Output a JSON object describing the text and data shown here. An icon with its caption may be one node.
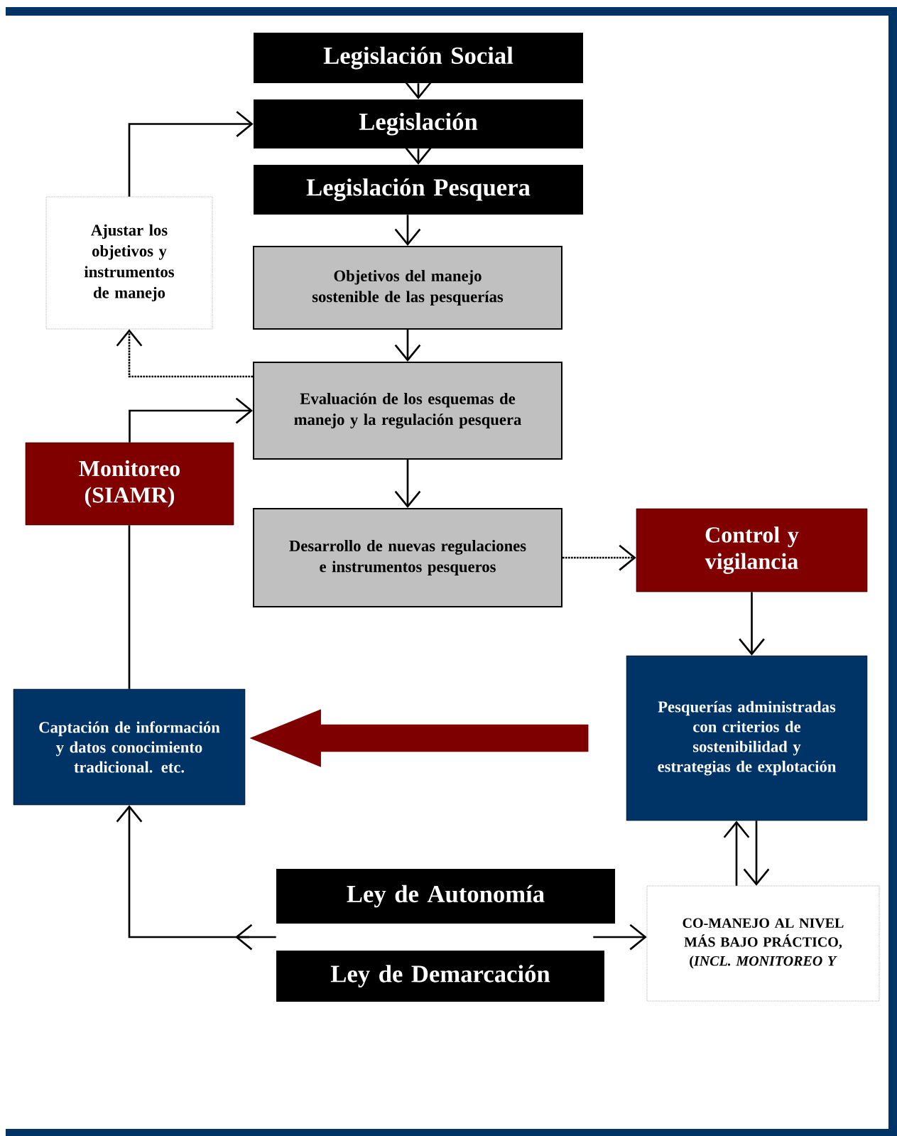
{
  "diagram": {
    "nodes": [
      {
        "text": [
          "Legislación Social"
        ]
      },
      {
        "text": [
          "Legislación"
        ]
      },
      {
        "text": [
          "Legislación Pesquera"
        ]
      },
      {
        "text": [
          "Objetivos del manejo sostenible de las pesquerías"
        ]
      },
      {
        "text": [
          "Evaluación de los esquemas de manejo y la regulación pesquera"
        ]
      },
      {
        "text": [
          "Desarrollo de nuevas regulaciones e instrumentos pesqueros"
        ]
      },
      {
        "text": [
          "Ajustar los objetivos y instrumentos de manejo"
        ]
      },
      {
        "text": [
          "Monitoreo (SIAMR)"
        ]
      },
      {
        "text": [
          "Control y vigilancia"
        ]
      },
      {
        "text": [
          "Pesquerías administradas con criterios de sostenibilidad y estrategias de explotación"
        ]
      },
      {
        "text": [
          "Captación de información y datos conocimiento tradicional. etc."
        ]
      },
      {
        "text": [
          "CO-MANEJO AL NIVEL MÁS BAJO PRÁCTICO, (*INCL. MONITOREO Y*"
        ]
      },
      {
        "text": [
          "Ley de Autonomía"
        ]
      },
      {
        "text": [
          "Ley de Demarcación"
        ]
      }
    ],
    "edges": [
      {
        "from": 0,
        "to": 1,
        "arrow": "to"
      },
      {
        "from": 1,
        "to": 2,
        "arrow": "to"
      },
      {
        "from": 2,
        "to": 3,
        "arrow": "to"
      },
      {
        "from": 3,
        "to": 4,
        "arrow": "to"
      },
      {
        "from": 4,
        "to": 5,
        "arrow": "to"
      },
      {
        "from": 4,
        "to": 6,
        "arrow": "to",
        "style": "dashed"
      },
      {
        "from": 6,
        "to": 1,
        "arrow": "to"
      },
      {
        "from": 7,
        "to": 4,
        "arrow": "to"
      },
      {
        "from": 5,
        "to": 8,
        "arrow": "to",
        "style": "dashed"
      },
      {
        "from": 8,
        "to": 9,
        "arrow": "to"
      },
      {
        "from": 9,
        "to": 10,
        "arrow": "to",
        "style": "thick",
        "color": "#7f0000"
      },
      {
        "from": 11,
        "to": 9,
        "arrow": "to"
      },
      {
        "from": 9,
        "to": 11,
        "arrow": "to"
      },
      {
        "from": 12,
        "to": 10,
        "arrow": "to"
      },
      {
        "from": 13,
        "to": 10,
        "arrow": "to"
      },
      {
        "from": 12,
        "to": 11,
        "arrow": "to"
      },
      {
        "from": 13,
        "to": 11,
        "arrow": "to"
      },
      {
        "from": 10,
        "to": 7,
        "arrow": "none"
      }
    ]
  }
}
